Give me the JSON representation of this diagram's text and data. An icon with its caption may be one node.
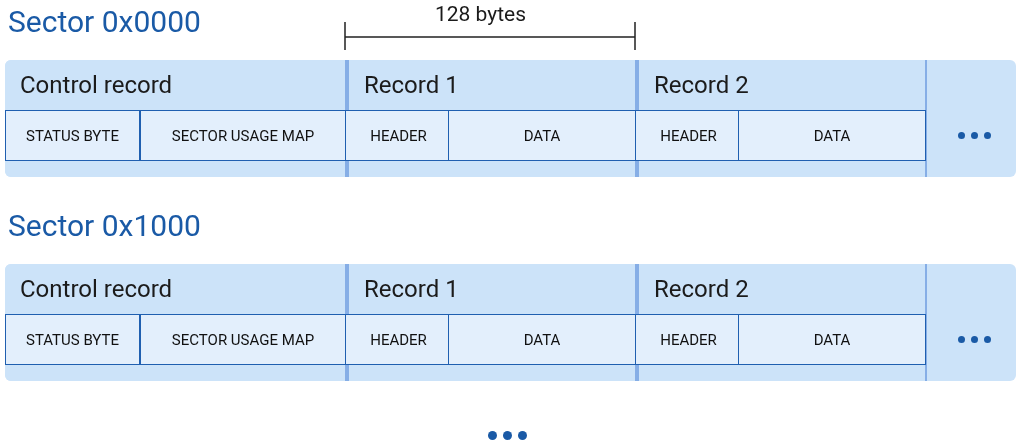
{
  "diagram": {
    "nodes": [
      {
        "text": [
          "Sector 0x0000"
        ]
      },
      {
        "text": [
          "Control record"
        ],
        "in": 0
      },
      {
        "text": [
          "STATUS BYTE"
        ],
        "in": 1
      },
      {
        "text": [
          "SECTOR USAGE MAP"
        ],
        "in": 1
      },
      {
        "text": [
          "Record 1"
        ],
        "in": 0
      },
      {
        "text": [
          "HEADER"
        ],
        "in": 4
      },
      {
        "text": [
          "DATA"
        ],
        "in": 4
      },
      {
        "text": [
          "Record 2"
        ],
        "in": 0
      },
      {
        "text": [
          "HEADER"
        ],
        "in": 7
      },
      {
        "text": [
          "DATA"
        ],
        "in": 7
      },
      {
        "text": [
          "Sector 0x1000"
        ]
      },
      {
        "text": [
          "Control record"
        ],
        "in": 10
      },
      {
        "text": [
          "STATUS BYTE"
        ],
        "in": 11
      },
      {
        "text": [
          "SECTOR USAGE MAP"
        ],
        "in": 11
      },
      {
        "text": [
          "Record 1"
        ],
        "in": 10
      },
      {
        "text": [
          "HEADER"
        ],
        "in": 14
      },
      {
        "text": [
          "DATA"
        ],
        "in": 14
      },
      {
        "text": [
          "Record 2"
        ],
        "in": 10
      },
      {
        "text": [
          "HEADER"
        ],
        "in": 17
      },
      {
        "text": [
          "DATA"
        ],
        "in": 17
      }
    ],
    "labels": [
      "128 bytes"
    ]
  }
}
